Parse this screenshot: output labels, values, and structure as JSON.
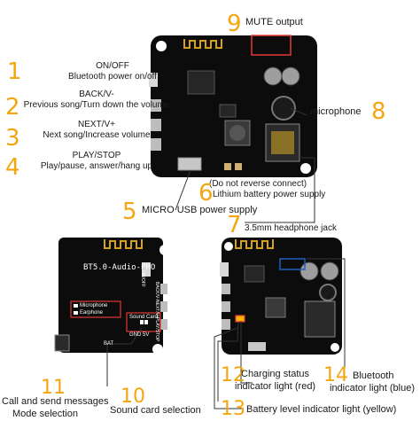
{
  "labels": {
    "n1": "1",
    "l1a": "ON/OFF",
    "l1b": "Bluetooth power on/off",
    "n2": "2",
    "l2a": "BACK/V-",
    "l2b": "Previous song/Turn down the volume",
    "n3": "3",
    "l3a": "NEXT/V+",
    "l3b": "Next song/Increase volume",
    "n4": "4",
    "l4a": "PLAY/STOP",
    "l4b": "Play/pause, answer/hang up",
    "n5": "5",
    "l5": "MICRO USB power supply",
    "n6": "6",
    "l6a": "(Do not reverse connect)",
    "l6b": "Lithium battery power supply",
    "n7": "7",
    "l7": "3.5mm headphone jack",
    "n8": "8",
    "l8": "microphone",
    "n9": "9",
    "l9": "MUTE output",
    "n10": "10",
    "l10": "Sound card selection",
    "n11": "11",
    "l11a": "Call and send messages",
    "l11b": "Mode selection",
    "n12": "12",
    "l12a": "Charging status",
    "l12b": "indicator light (red)",
    "n13": "13",
    "l13": "Battery level indicator light (yellow)",
    "n14": "14",
    "l14a": "Bluetooth",
    "l14b": "indicator light (blue)"
  },
  "board_text": {
    "title": "BT5.0-Audio-PRO",
    "microphone": "Microphone",
    "earphone": "Earphone",
    "sound_card": "Sound Card",
    "gnd_5v": "GND 5V",
    "bat": "BAT",
    "on_off": "ON/OFF",
    "back_v": "BACK/V-",
    "next_v": "NEXT/V+",
    "play_stop": "PLAY/STOP"
  },
  "colors": {
    "accent": "#f3a60f",
    "board": "#0c0c0c",
    "red_box": "#e53935",
    "blue_box": "#1e5fbf"
  }
}
